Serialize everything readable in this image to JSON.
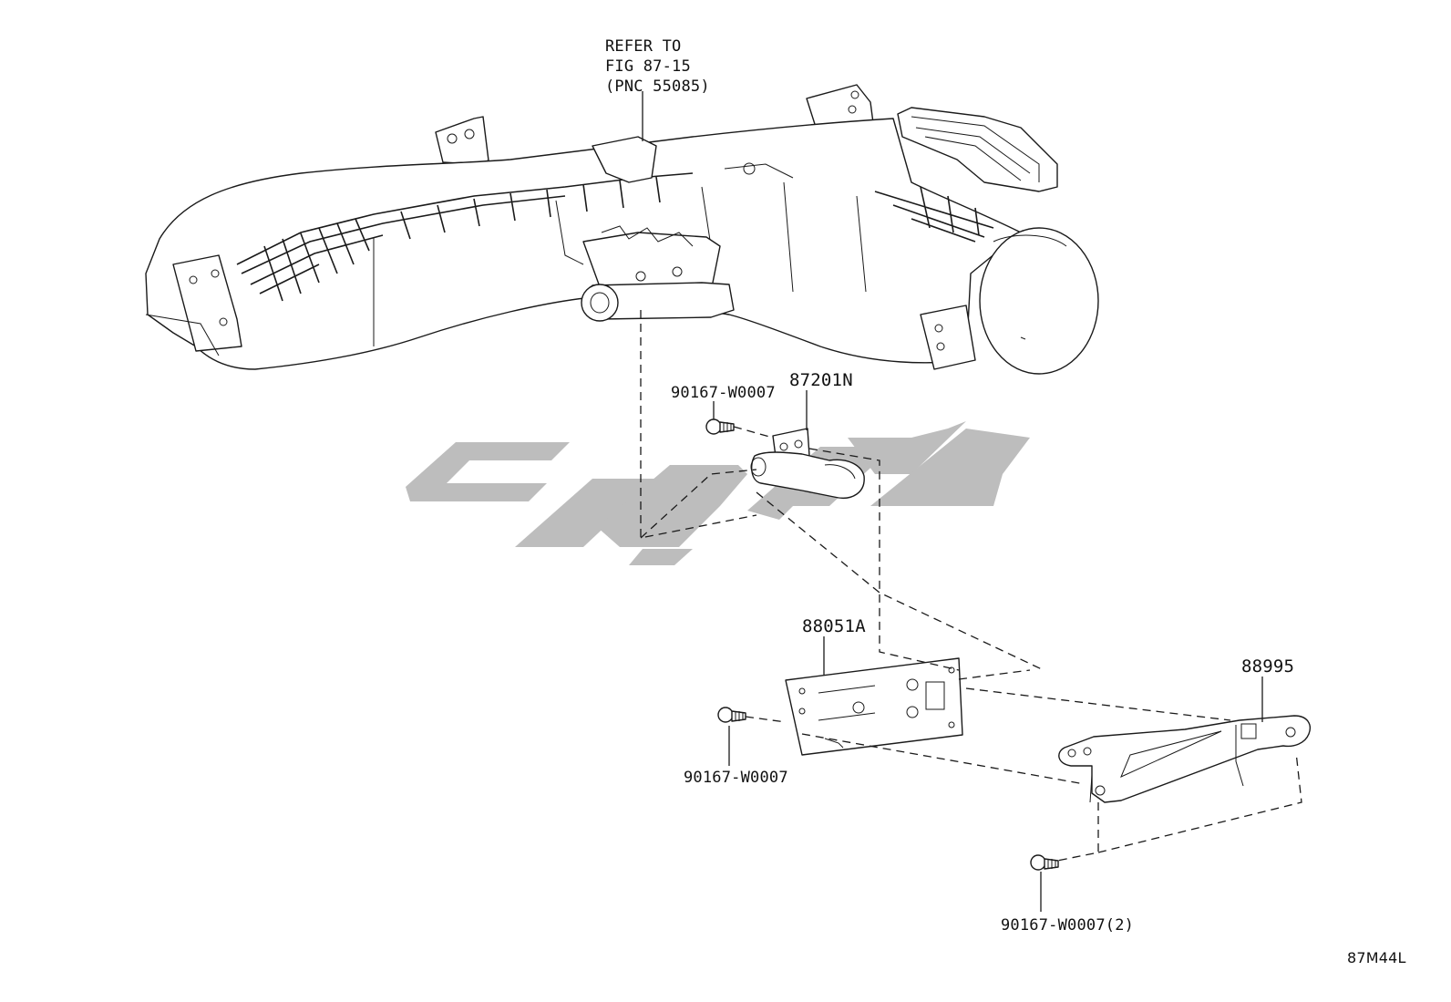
{
  "diagram": {
    "refer_note": {
      "line1": "REFER TO",
      "line2": "FIG 87-15",
      "line3": "(PNC 55085)"
    },
    "parts": [
      {
        "key": "bolt_top",
        "number": "90167-W0007",
        "icon": "bolt-icon"
      },
      {
        "key": "mount",
        "number": "87201N",
        "icon": "mount-bracket-icon"
      },
      {
        "key": "plate",
        "number": "88051A",
        "icon": "plate-bracket-icon"
      },
      {
        "key": "bolt_mid",
        "number": "90167-W0007",
        "icon": "bolt-icon"
      },
      {
        "key": "bracket",
        "number": "88995",
        "icon": "arm-bracket-icon"
      },
      {
        "key": "bolt_bottom",
        "number": "90167-W0007(2)",
        "icon": "bolt-icon"
      }
    ],
    "figure_code": "87M44L",
    "watermark": {
      "color": "#bdbdbd",
      "icon": "brand-watermark-icon"
    },
    "line_color": "#1a1a1a"
  }
}
